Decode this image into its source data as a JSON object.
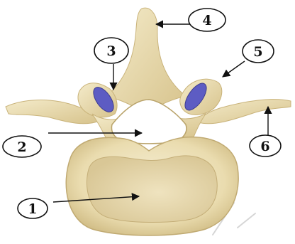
{
  "labels": {
    "vertebral_body": "1",
    "vertebral_foramen": "2",
    "lamina_left": "3",
    "spinous_process": "4",
    "articular_process_right": "5",
    "transverse_process_right": "6"
  },
  "colors": {
    "bone_light": "#f1e8c6",
    "bone_mid": "#e3d3a0",
    "bone_shadow": "#c9b37a",
    "body_inner": "#e7d9ad",
    "facet_purple": "#5d5cc3",
    "outline": "#111111"
  },
  "icons": {
    "arrow": "arrow-head"
  }
}
